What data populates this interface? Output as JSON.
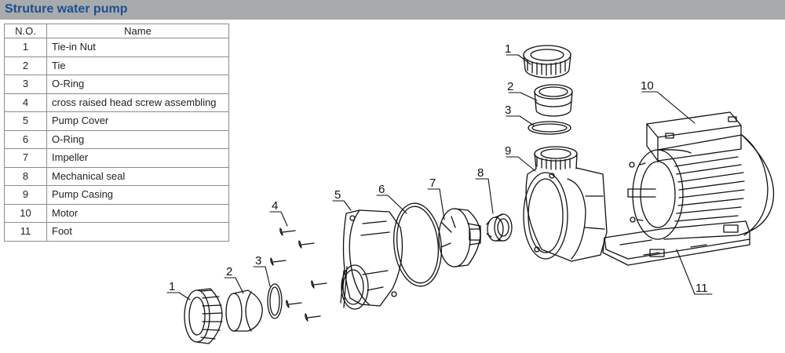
{
  "header": {
    "title": "Struture water pump"
  },
  "table": {
    "col_no": "N.O.",
    "col_name": "Name",
    "rows": [
      {
        "no": "1",
        "name": "Tie-in Nut"
      },
      {
        "no": "2",
        "name": "Tie"
      },
      {
        "no": "3",
        "name": "O-Ring"
      },
      {
        "no": "4",
        "name": "cross raised head screw assembling"
      },
      {
        "no": "5",
        "name": "Pump Cover"
      },
      {
        "no": "6",
        "name": "O-Ring"
      },
      {
        "no": "7",
        "name": "Impeller"
      },
      {
        "no": "8",
        "name": "Mechanical seal"
      },
      {
        "no": "9",
        "name": "Pump Casing"
      },
      {
        "no": "10",
        "name": "Motor"
      },
      {
        "no": "11",
        "name": "Foot"
      }
    ]
  },
  "callouts": {
    "c1_top": "1",
    "c2_top": "2",
    "c3_top": "3",
    "c1_bot": "1",
    "c2_bot": "2",
    "c3_bot": "3",
    "c4": "4",
    "c5": "5",
    "c6": "6",
    "c7": "7",
    "c8": "8",
    "c9": "9",
    "c10": "10",
    "c11": "11"
  },
  "colors": {
    "header_bg": "#a7abae",
    "header_text": "#1f4f8f",
    "line": "#111111"
  }
}
